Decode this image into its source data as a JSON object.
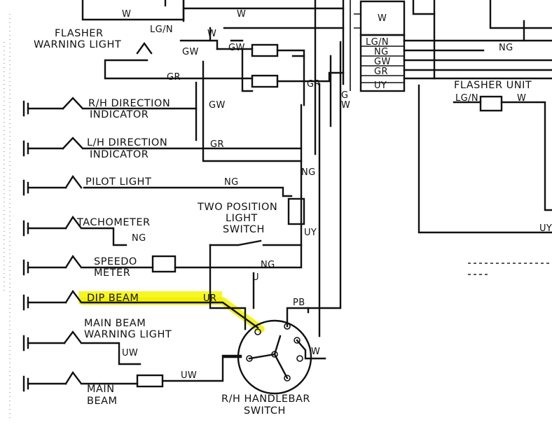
{
  "components": {
    "flasher_warning_light": [
      "FLASHER",
      "WARNING LIGHT"
    ],
    "rh_direction_indicator": [
      "R/H DIRECTION",
      "INDICATOR"
    ],
    "lh_direction_indicator": [
      "L/H DIRECTION",
      "INDICATOR"
    ],
    "pilot_light": "PILOT LIGHT",
    "tachometer": "TACHOMETER",
    "speedometer": [
      "SPEEDO",
      "METER"
    ],
    "dip_beam": "DIP BEAM",
    "main_beam_warning_light": [
      "MAIN BEAM",
      "WARNING LIGHT"
    ],
    "main_beam": [
      "MAIN",
      "BEAM"
    ],
    "two_position_light_switch": [
      "TWO POSITION",
      "LIGHT",
      "SWITCH"
    ],
    "rh_handlebar_switch": [
      "R/H HANDLEBAR",
      "SWITCH"
    ],
    "flasher_unit": "FLASHER UNIT"
  },
  "wire_codes": {
    "w_top_1": "W",
    "w_top_2": "W",
    "lgn_left": "LG/N",
    "w_mid": "W",
    "gw_1": "GW",
    "gw_2": "GW",
    "gr_1": "GR",
    "gr_2": "GR",
    "g_vert": "G",
    "w_vert": "W",
    "gw_rh": "GW",
    "gr_lh": "GR",
    "ng_pilot": "NG",
    "ng_vert": "NG",
    "ng_tacho": "NG",
    "ng_speedo": "NG",
    "uy_switch": "UY",
    "u_switch": "U",
    "ur_dip": "UR",
    "pb": "PB",
    "w_handlebar": "W",
    "uw_1": "UW",
    "uw_2": "UW",
    "ng_right": "NG",
    "lgn_flasher": "LG/N",
    "w_flasher": "W",
    "uy_far_right": "UY"
  },
  "connector_block": {
    "top_label": "W",
    "rows": [
      "LG/N",
      "NG",
      "GW",
      "GR",
      "UY"
    ]
  },
  "highlight_color": "#f5f500"
}
